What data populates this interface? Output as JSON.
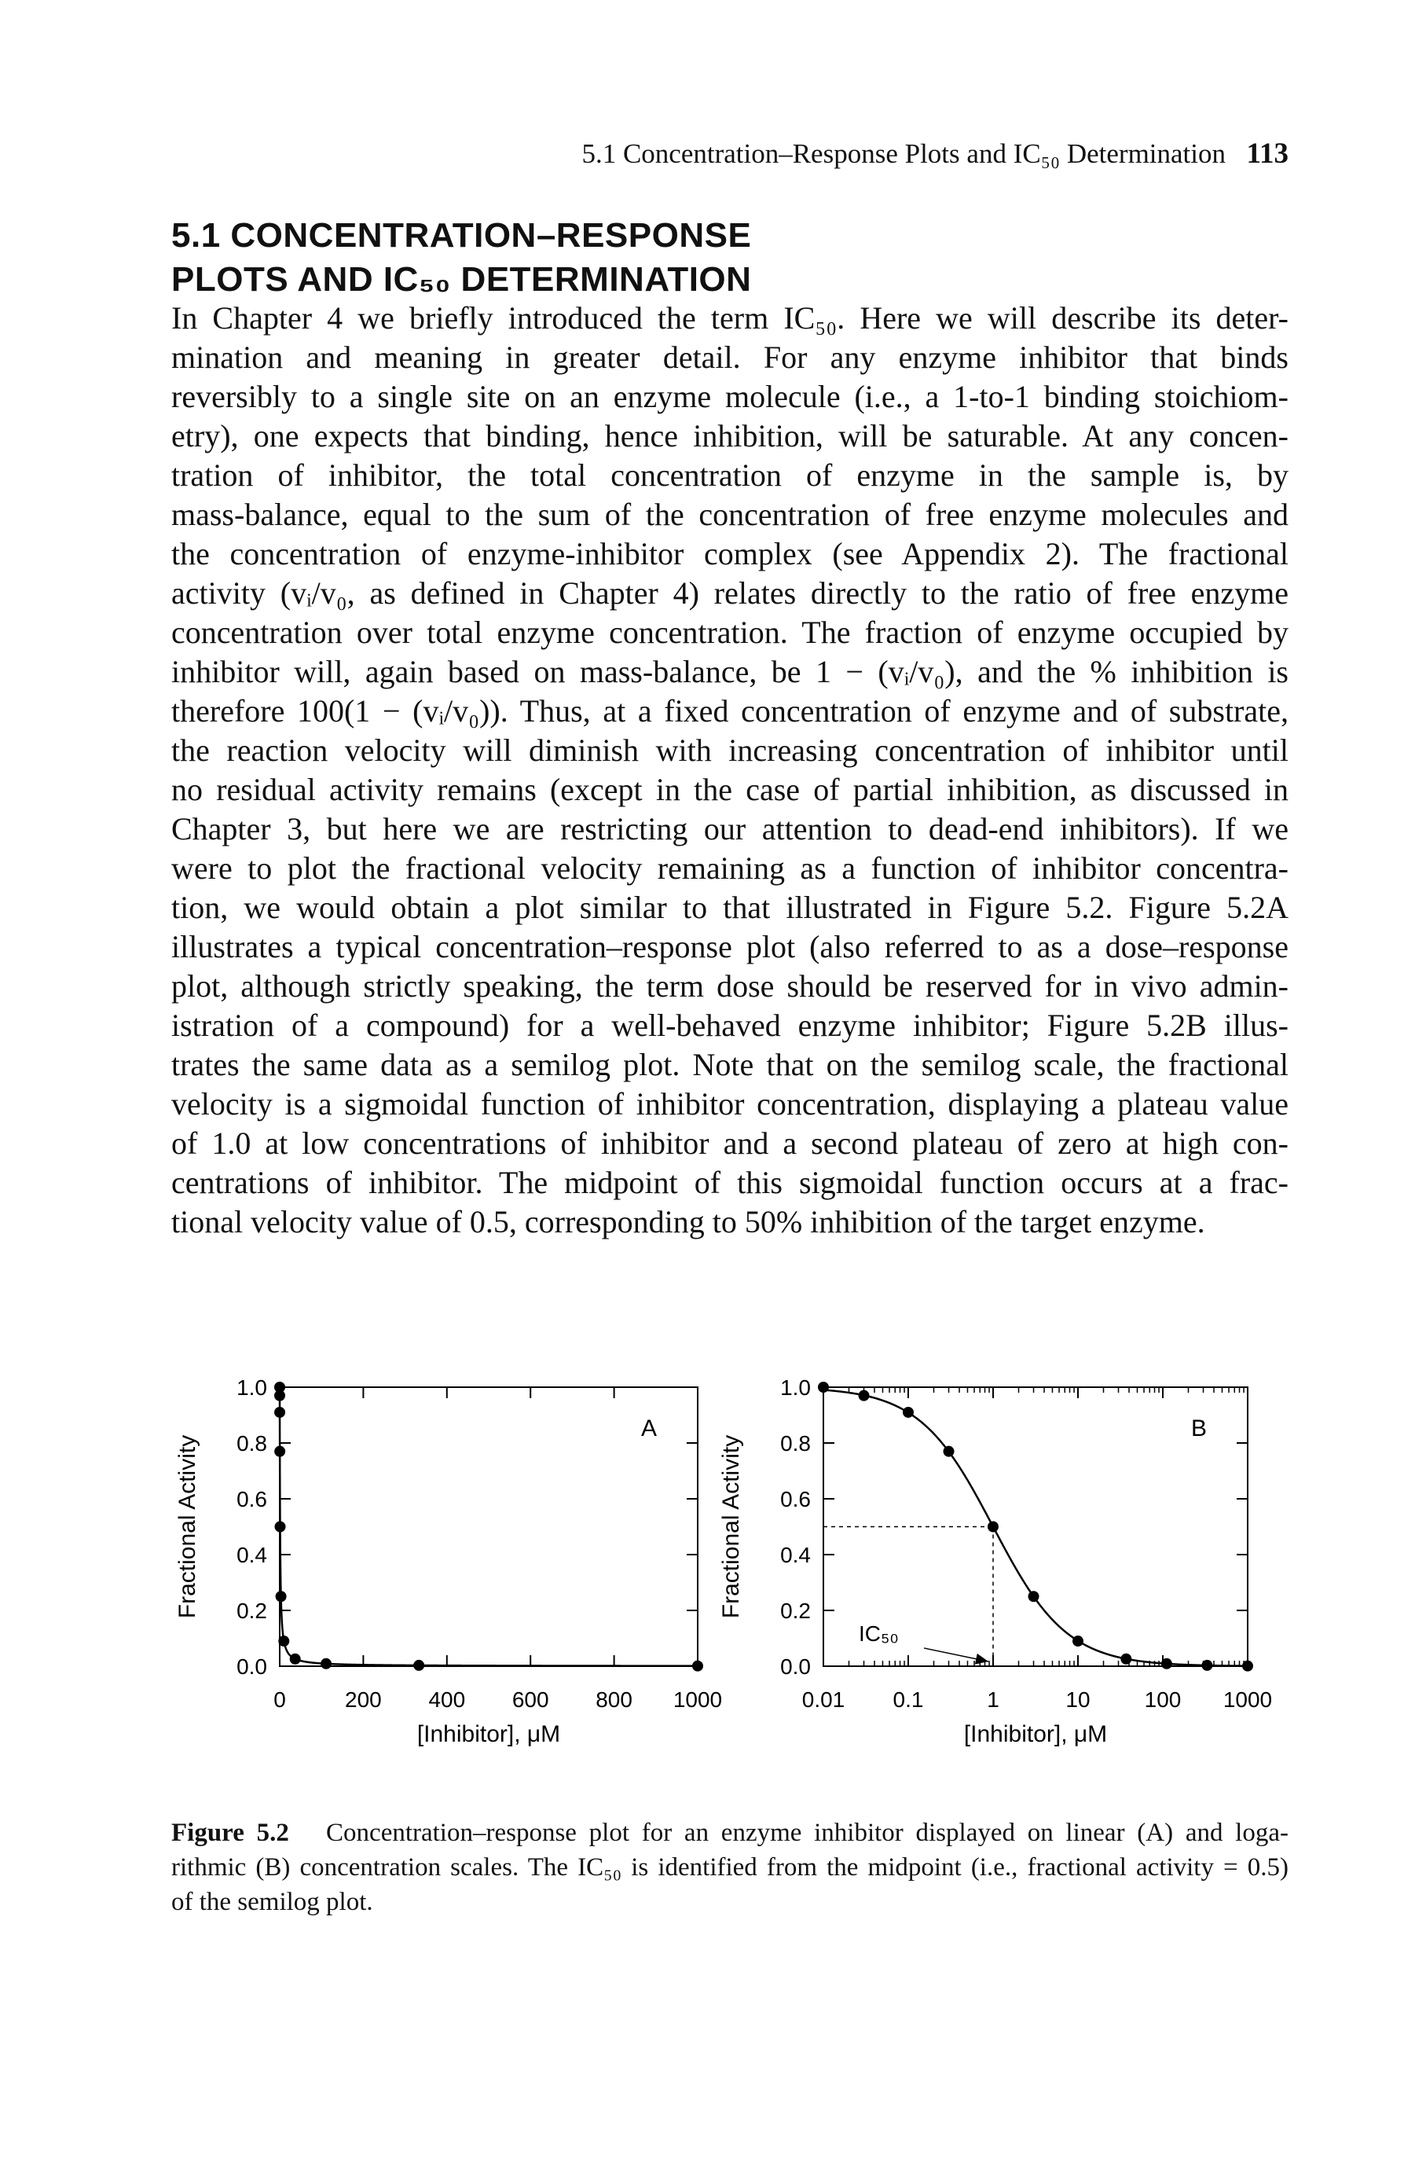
{
  "running_head": {
    "title": "5.1 Concentration–Response Plots and IC₅₀ Determination",
    "page_number": "113"
  },
  "section": {
    "heading_line1": "5.1 CONCENTRATION–RESPONSE",
    "heading_line2": "PLOTS AND IC₅₀ DETERMINATION"
  },
  "body_lines": [
    "In Chapter 4 we briefly introduced the term IC₅₀. Here we will describe its deter-",
    "mination and meaning in greater detail. For any enzyme inhibitor that binds",
    "reversibly to a single site on an enzyme molecule (i.e., a 1-to-1 binding stoichiom-",
    "etry), one expects that binding, hence inhibition, will be saturable. At any concen-",
    "tration of inhibitor, the total concentration of enzyme in the sample is, by",
    "mass-balance, equal to the sum of the concentration of free enzyme molecules and",
    "the concentration of enzyme-inhibitor complex (see Appendix 2). The fractional",
    "activity (vᵢ/v₀, as defined in Chapter 4) relates directly to the ratio of free enzyme",
    "concentration over total enzyme concentration. The fraction of enzyme occupied by",
    "inhibitor will, again based on mass-balance, be 1 − (vᵢ/v₀), and the % inhibition is",
    "therefore 100(1 − (vᵢ/v₀)). Thus, at a fixed concentration of enzyme and of substrate,",
    "the reaction velocity will diminish with increasing concentration of inhibitor until",
    "no residual activity remains (except in the case of partial inhibition, as discussed in",
    "Chapter 3, but here we are restricting our attention to dead-end inhibitors). If we",
    "were to plot the fractional velocity remaining as a function of inhibitor concentra-",
    "tion, we would obtain a plot similar to that illustrated in Figure 5.2. Figure 5.2A",
    "illustrates a typical concentration–response plot (also referred to as a dose–response",
    "plot, although strictly speaking, the term dose should be reserved for in vivo admin-",
    "istration of a compound) for a well-behaved enzyme inhibitor; Figure 5.2B illus-",
    "trates the same data as a semilog plot. Note that on the semilog scale, the fractional",
    "velocity is a sigmoidal function of inhibitor concentration, displaying a plateau value",
    "of 1.0 at low concentrations of inhibitor and a second plateau of zero at high con-",
    "centrations of inhibitor. The midpoint of this sigmoidal function occurs at a frac-",
    "tional velocity value of 0.5, corresponding to 50% inhibition of the target enzyme."
  ],
  "chart_data": [
    {
      "type": "scatter",
      "panel": "A",
      "ylabel": "Fractional Activity",
      "xlabel": "[Inhibitor], μM",
      "scale": "linear",
      "xlim": [
        0,
        1000
      ],
      "ylim": [
        0,
        1.0
      ],
      "x_ticks": [
        "0",
        "200",
        "400",
        "600",
        "800",
        "1000"
      ],
      "y_ticks": [
        "0.0",
        "0.2",
        "0.4",
        "0.6",
        "0.8",
        "1.0"
      ],
      "fit_curve": true,
      "points": [
        {
          "x": 0.01,
          "y": 1.0
        },
        {
          "x": 0.03,
          "y": 0.97
        },
        {
          "x": 0.1,
          "y": 0.91
        },
        {
          "x": 0.3,
          "y": 0.77
        },
        {
          "x": 1,
          "y": 0.5
        },
        {
          "x": 3,
          "y": 0.25
        },
        {
          "x": 10,
          "y": 0.09
        },
        {
          "x": 37,
          "y": 0.026
        },
        {
          "x": 111,
          "y": 0.009
        },
        {
          "x": 333,
          "y": 0.003
        },
        {
          "x": 1000,
          "y": 0.001
        }
      ]
    },
    {
      "type": "scatter",
      "panel": "B",
      "ylabel": "Fractional Activity",
      "xlabel": "[Inhibitor], μM",
      "scale": "log",
      "xlim": [
        0.01,
        1000
      ],
      "ylim": [
        0,
        1.0
      ],
      "x_ticks": [
        "0.01",
        "0.1",
        "1",
        "10",
        "100",
        "1000"
      ],
      "y_ticks": [
        "0.0",
        "0.2",
        "0.4",
        "0.6",
        "0.8",
        "1.0"
      ],
      "fit_curve": true,
      "annotation": "IC₅₀",
      "ic50": 1,
      "points": [
        {
          "x": 0.01,
          "y": 1.0
        },
        {
          "x": 0.03,
          "y": 0.97
        },
        {
          "x": 0.1,
          "y": 0.91
        },
        {
          "x": 0.3,
          "y": 0.77
        },
        {
          "x": 1,
          "y": 0.5
        },
        {
          "x": 3,
          "y": 0.25
        },
        {
          "x": 10,
          "y": 0.09
        },
        {
          "x": 37,
          "y": 0.026
        },
        {
          "x": 111,
          "y": 0.009
        },
        {
          "x": 333,
          "y": 0.003
        },
        {
          "x": 1000,
          "y": 0.001
        }
      ]
    }
  ],
  "caption": {
    "label": "Figure 5.2",
    "line1_rest": "Concentration–response plot for an enzyme inhibitor displayed on linear (A) and loga-",
    "line2": "rithmic (B) concentration scales. The IC₅₀ is identified from the midpoint (i.e., fractional activity = 0.5)",
    "line3": "of the semilog plot."
  }
}
